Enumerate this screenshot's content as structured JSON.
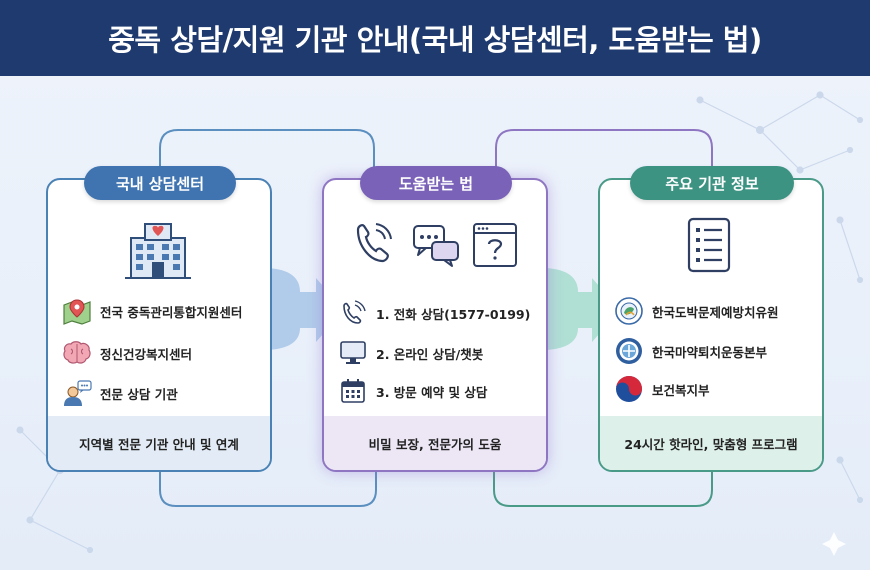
{
  "title": "중독 상담/지원 기관 안내(국내 상담센터, 도움받는 법)",
  "cards": [
    {
      "header": "국내 상담센터",
      "items": [
        {
          "icon": "map-pin-icon",
          "label": "전국 중독관리통합지원센터"
        },
        {
          "icon": "brain-icon",
          "label": "정신건강복지센터"
        },
        {
          "icon": "consultant-icon",
          "label": "전문 상담 기관"
        }
      ],
      "footer": "지역별 전문 기관 안내 및 연계"
    },
    {
      "header": "도움받는 법",
      "items": [
        {
          "icon": "phone-icon",
          "label": "1. 전화 상담(1577-0199)"
        },
        {
          "icon": "monitor-icon",
          "label": "2. 온라인 상담/챗봇"
        },
        {
          "icon": "calendar-icon",
          "label": "3. 방문 예약 및 상담"
        }
      ],
      "footer": "비밀 보장, 전문가의 도움"
    },
    {
      "header": "주요 기관 정보",
      "items": [
        {
          "icon": "kcgp-logo-icon",
          "label": "한국도박문제예방치유원"
        },
        {
          "icon": "kdac-logo-icon",
          "label": "한국마약퇴치운동본부"
        },
        {
          "icon": "taegeuk-logo-icon",
          "label": "보건복지부"
        }
      ],
      "footer": "24시간 핫라인, 맞춤형 프로그램"
    }
  ],
  "colors": {
    "header_bg": "#1e3a6e",
    "card1_accent": "#3f74b0",
    "card2_accent": "#7a62b8",
    "card3_accent": "#3d9382"
  }
}
